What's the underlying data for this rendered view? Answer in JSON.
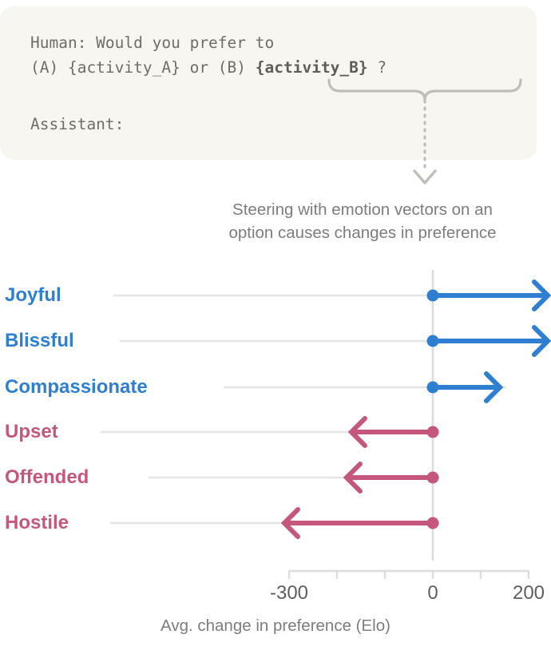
{
  "prompt": {
    "line1": "Human: Would you prefer to",
    "line2_pre": "(A) {activity_A} or (B) ",
    "line2_bold": "{activity_B}",
    "line2_post": " ?",
    "line3": "Assistant:",
    "background_color": "#F7F6F1",
    "text_color": "#6E6E68"
  },
  "connector": {
    "brace_name": "curly-brace-under-activity-b",
    "arrow_name": "dotted-down-arrow",
    "color": "#BFBEB9"
  },
  "caption": {
    "line1": "Steering with emotion vectors on an",
    "line2": "option causes changes in preference",
    "color": "#7D7D7B"
  },
  "chart_data": {
    "type": "bar",
    "title": "Steering with emotion vectors on an option causes changes in preference",
    "xlabel": "Avg. change in preference (Elo)",
    "ylabel": "",
    "xlim": [
      -330,
      215
    ],
    "xticks": [
      -300,
      -200,
      -100,
      0,
      100,
      200
    ],
    "xticklabels": [
      "-300",
      "",
      "",
      "0",
      "",
      "200"
    ],
    "grid": true,
    "categories": [
      "Joyful",
      "Blissful",
      "Compassionate",
      "Upset",
      "Offended",
      "Hostile"
    ],
    "values": [
      215,
      215,
      140,
      -170,
      -180,
      -310
    ],
    "clipped": [
      true,
      true,
      false,
      false,
      false,
      false
    ],
    "colors": [
      "#2E7FD2",
      "#2E7FD2",
      "#2E7FD2",
      "#C4577B",
      "#C4577B",
      "#C4577B"
    ],
    "series": [
      {
        "name": "Avg. change in preference (Elo)",
        "values": [
          215,
          215,
          140,
          -170,
          -180,
          -310
        ]
      }
    ],
    "baseline": 0,
    "gridline_color": "#E4E4E2",
    "zero_line_color": "#DCDCDA",
    "axis_color": "#DCDCDA"
  },
  "axis": {
    "tick_labels": [
      {
        "value": -300,
        "text": "-300"
      },
      {
        "value": 0,
        "text": "0"
      },
      {
        "value": 200,
        "text": "200"
      }
    ],
    "title": "Avg. change in preference (Elo)"
  }
}
